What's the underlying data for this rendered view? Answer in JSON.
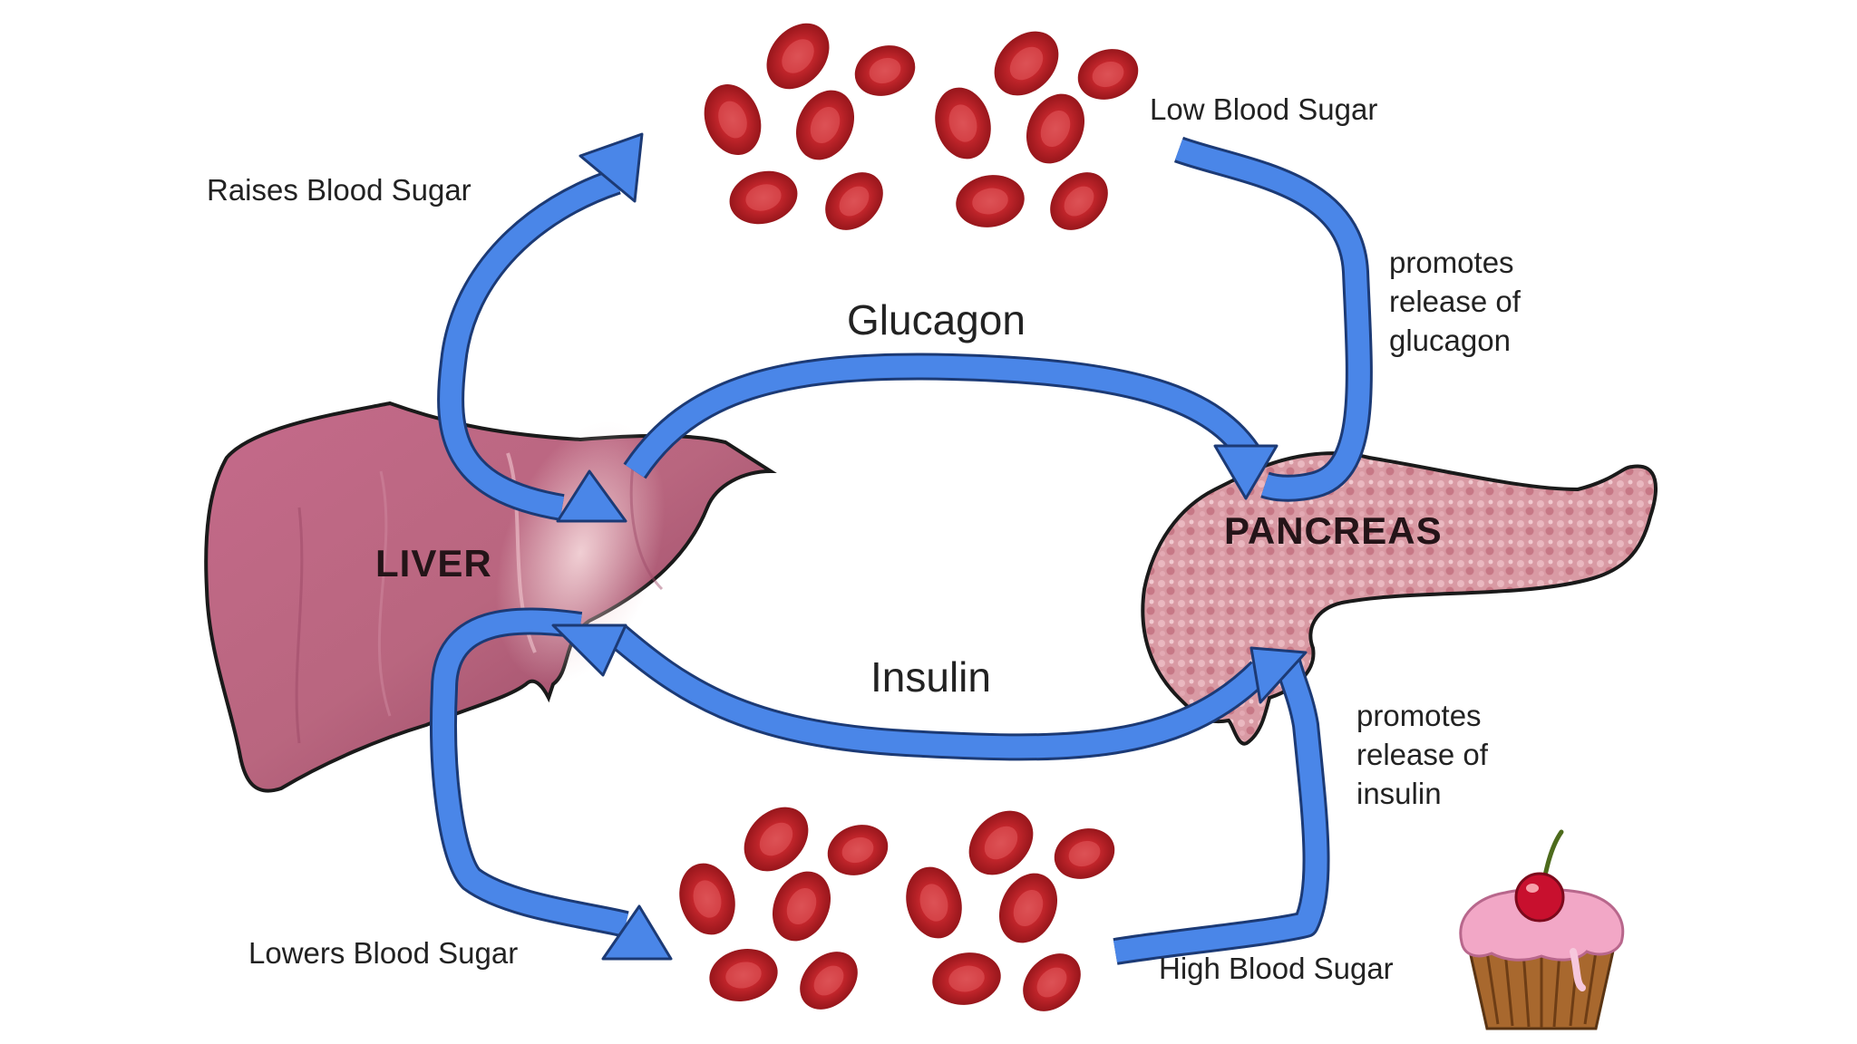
{
  "labels": {
    "low_blood_sugar": "Low Blood Sugar",
    "raises_blood_sugar": "Raises Blood Sugar",
    "glucagon": "Glucagon",
    "promotes_glucagon": "promotes release of glucagon",
    "liver": "LIVER",
    "pancreas": "PANCREAS",
    "insulin": "Insulin",
    "promotes_insulin": "promotes release of insulin",
    "lowers_blood_sugar": "Lowers Blood Sugar",
    "high_blood_sugar": "High Blood Sugar"
  },
  "colors": {
    "arrow": "#4a86e8",
    "arrow_outline": "#1c3a75",
    "blood_cell": "#b31c22",
    "blood_cell_center": "#e0585a",
    "liver": "#b55a78",
    "pancreas": "#d89aa4",
    "cupcake_frosting": "#f2a7c6",
    "cupcake_liner": "#a8682e",
    "cherry": "#c8102e"
  },
  "icons": [
    "blood-cell-icon",
    "liver-illustration",
    "pancreas-illustration",
    "cupcake-icon",
    "cherry-icon"
  ]
}
